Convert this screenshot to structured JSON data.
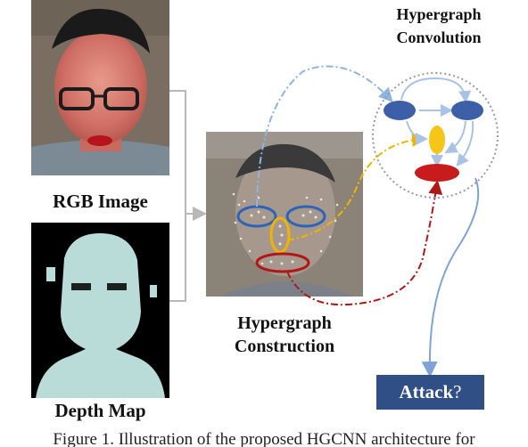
{
  "labels": {
    "rgb_image": "RGB Image",
    "depth_map": "Depth Map",
    "hypergraph_construction_line1": "Hypergraph",
    "hypergraph_construction_line2": "Construction",
    "hypergraph_convolution_line1": "Hypergraph",
    "hypergraph_convolution_line2": "Convolution",
    "attack_word": "Attack",
    "attack_mark": "?"
  },
  "caption": "Figure 1. Illustration of the proposed HGCNN architecture for",
  "colors": {
    "blue_dash": "#8fb4e0",
    "yellow_dash": "#f0b400",
    "red_dash": "#b01818",
    "node_blue": "#3c5fa8",
    "node_yellow": "#f5c518",
    "node_red": "#c81c1c",
    "edge_light": "#a9c2e6",
    "attack_bg": "#2f4f86",
    "connector_gray": "#b8b8b8"
  }
}
